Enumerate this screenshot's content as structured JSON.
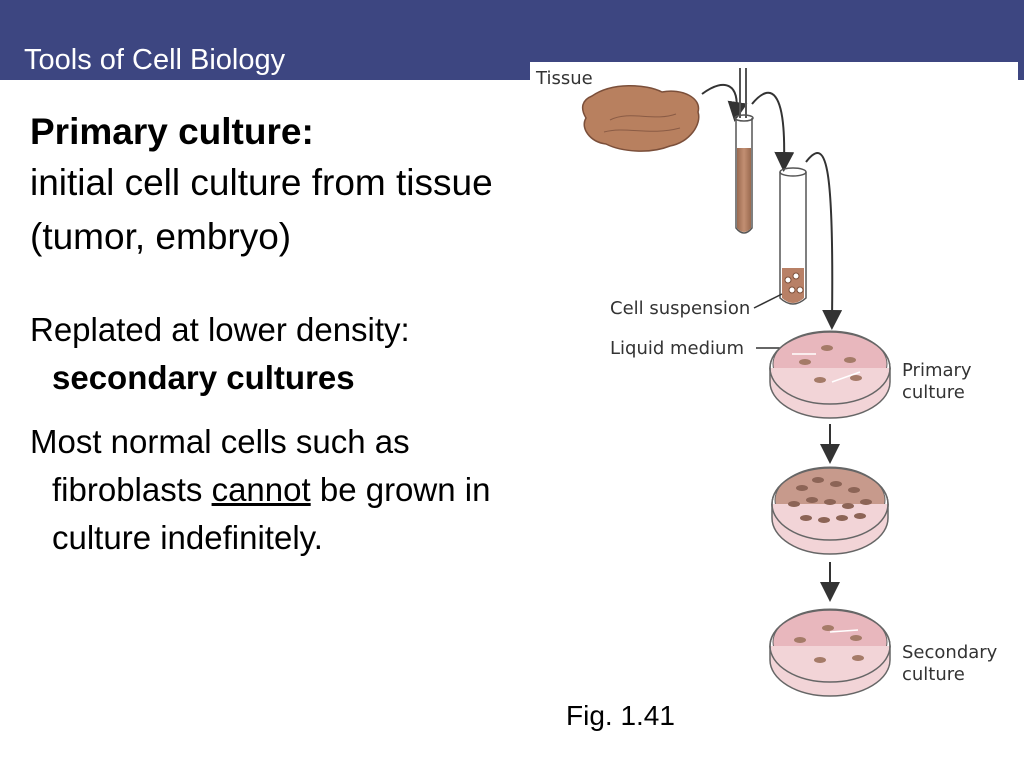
{
  "header": {
    "title": "Tools of Cell Biology"
  },
  "main": {
    "heading": "Primary culture:",
    "definition_line1": "initial cell culture from tissue",
    "definition_line2": "(tumor, embryo)",
    "replated_line1": "Replated at lower density:",
    "replated_line2": "secondary cultures",
    "normal_line1": "Most normal cells such as",
    "normal_line2_pre": "fibroblasts ",
    "normal_line2_underlined": "cannot",
    "normal_line2_post": " be grown in",
    "normal_line3": "culture indefinitely."
  },
  "figure": {
    "label_tissue": "Tissue",
    "label_cell_suspension": "Cell suspension",
    "label_liquid_medium": "Liquid medium",
    "label_primary_1": "Primary",
    "label_primary_2": "culture",
    "label_secondary_1": "Secondary",
    "label_secondary_2": "culture",
    "caption": "Fig. 1.41"
  },
  "colors": {
    "header_bar": "#3d4681",
    "tissue": "#b8805f",
    "medium": "#e8b7bd",
    "cells": "#a57b68"
  }
}
